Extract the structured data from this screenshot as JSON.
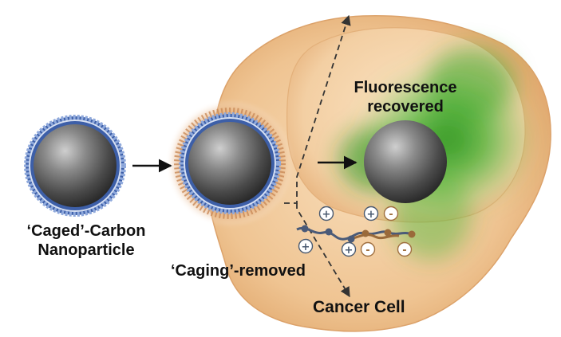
{
  "labels": {
    "caged_line1": "‘Caged’-Carbon",
    "caged_line2": "Nanoparticle",
    "fluorescence_line1": "Fluorescence",
    "fluorescence_line2": "recovered",
    "caging_removed": "‘Caging’-removed",
    "cancer_cell": "Cancer Cell"
  },
  "charges": {
    "positive": "+",
    "negative": "-"
  },
  "colors": {
    "cell_fill": "#efc79a",
    "cell_edge": "#e2ad76",
    "nucleus_fill": "#f6d6ae",
    "fluorescence": "#3fae2a",
    "particle_core": "#6e6e6e",
    "coating_blue": "#5d7fc4",
    "coating_orange": "#c98a58",
    "arrow": "#111111",
    "label_text": "#111111"
  }
}
